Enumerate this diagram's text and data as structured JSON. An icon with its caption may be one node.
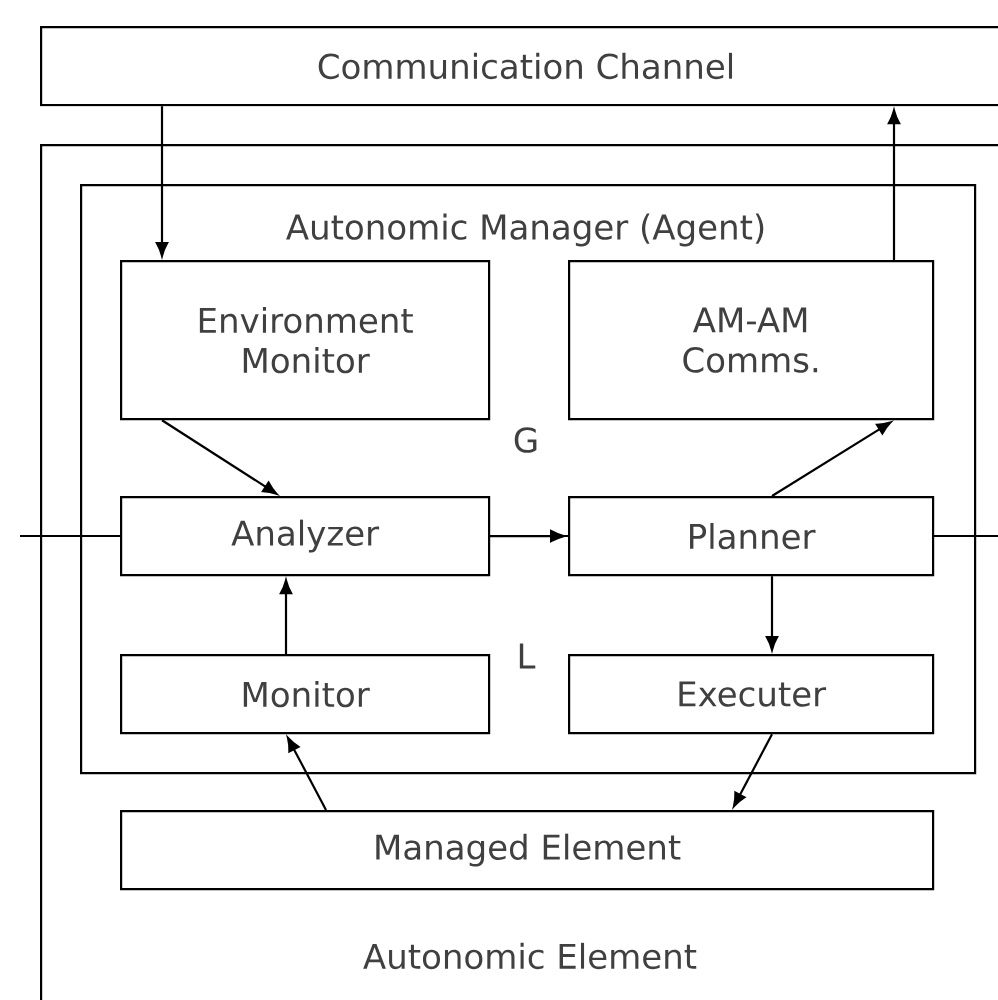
{
  "diagram": {
    "nodes": [
      {
        "text": [
          "Communication Channel"
        ]
      },
      {
        "text": [
          "Autonomic Element"
        ]
      },
      {
        "text": [
          "Autonomic Manager (Agent)"
        ],
        "in": 1
      },
      {
        "text": [
          "Environment Monitor"
        ],
        "in": 2
      },
      {
        "text": [
          "AM-AM Comms."
        ],
        "in": 2
      },
      {
        "text": [
          "Analyzer"
        ],
        "in": 2
      },
      {
        "text": [
          "Planner"
        ],
        "in": 2
      },
      {
        "text": [
          "Monitor"
        ],
        "in": 2
      },
      {
        "text": [
          "Executer"
        ],
        "in": 2
      },
      {
        "text": [
          "Managed Element"
        ],
        "in": 1
      }
    ],
    "edges": [
      {
        "from": 0,
        "to": 3,
        "arrow": "to"
      },
      {
        "from": 4,
        "to": 0,
        "arrow": "to"
      },
      {
        "from": 3,
        "to": 5,
        "arrow": "to"
      },
      {
        "from": 5,
        "to": 6,
        "arrow": "to"
      },
      {
        "from": 6,
        "to": 4,
        "arrow": "to"
      },
      {
        "from": 7,
        "to": 5,
        "arrow": "to"
      },
      {
        "from": 6,
        "to": 8,
        "arrow": "to"
      },
      {
        "from": 8,
        "to": 9,
        "arrow": "to"
      },
      {
        "from": 9,
        "to": 7,
        "arrow": "to"
      }
    ],
    "labels": [
      "G",
      "L"
    ]
  }
}
